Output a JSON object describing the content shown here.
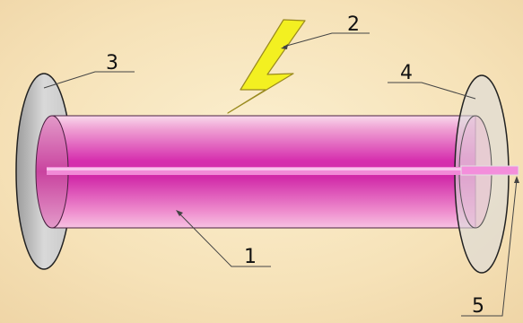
{
  "diagram": {
    "labels": {
      "rod": "1",
      "flash": "2",
      "left_mirror": "3",
      "right_mirror": "4",
      "beam": "5"
    }
  }
}
